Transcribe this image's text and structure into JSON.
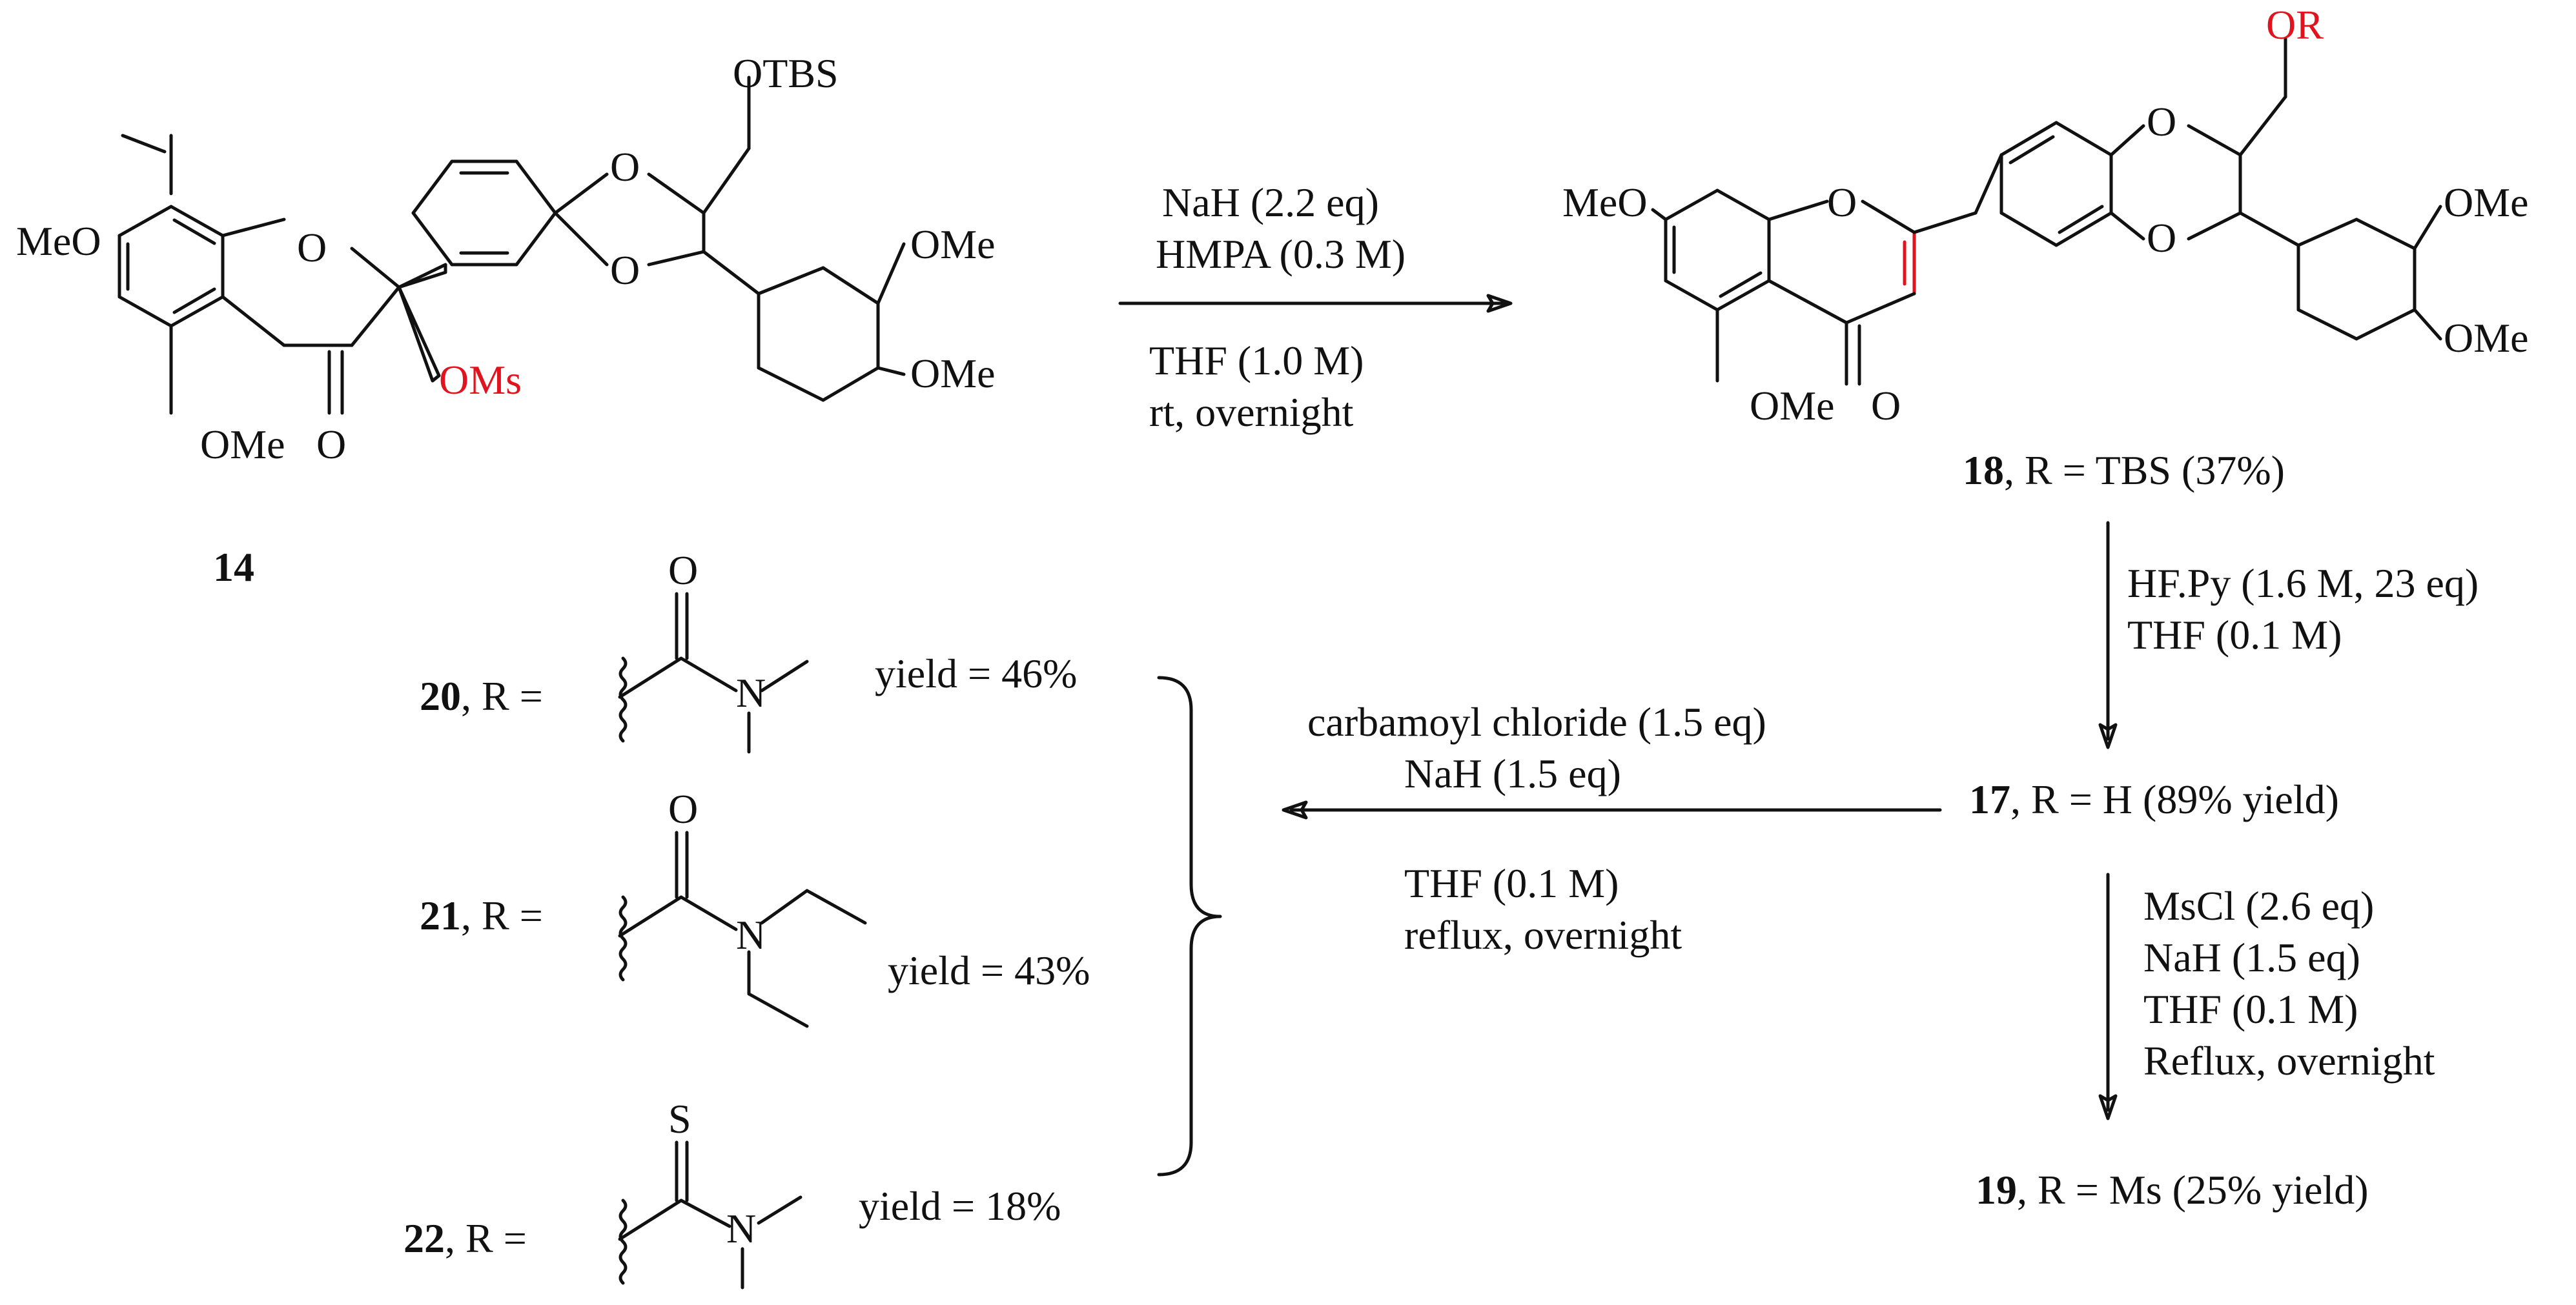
{
  "colors": {
    "ink": "#111111",
    "highlight": "#e0141e",
    "background": "#ffffff"
  },
  "compound_14": {
    "number": "14",
    "groups": {
      "otbs": "OTBS",
      "ome_a": "MeO",
      "ome_b": "OMe",
      "ome_c": "OMe",
      "ome_d": "OMe",
      "oms": "OMs",
      "o": "O"
    }
  },
  "compound_18": {
    "caption_num": "18",
    "caption_rest": ", R = TBS (37%)",
    "groups": {
      "or": "OR",
      "ome_a": "MeO",
      "ome_b": "OMe",
      "ome_c": "OMe",
      "ome_d": "OMe",
      "o": "O"
    }
  },
  "step_1": {
    "line1": "NaH (2.2 eq)",
    "line2": "HMPA (0.3 M)",
    "line3": "THF (1.0 M)",
    "line4": "rt, overnight"
  },
  "step_2": {
    "line1": "HF.Py (1.6 M, 23 eq)",
    "line2": "THF (0.1 M)"
  },
  "compound_17": {
    "num": "17",
    "rest": ", R = H (89% yield)"
  },
  "step_3": {
    "line1": "carbamoyl chloride (1.5 eq)",
    "line2": "NaH (1.5 eq)",
    "line3": "THF (0.1 M)",
    "line4": "reflux, overnight"
  },
  "step_4": {
    "line1": "MsCl (2.6 eq)",
    "line2": "NaH (1.5 eq)",
    "line3": "THF (0.1 M)",
    "line4": "Reflux, overnight"
  },
  "compound_19": {
    "num": "19",
    "rest": ", R = Ms (25% yield)"
  },
  "products": [
    {
      "num": "20",
      "rest": ", R =",
      "yield": "yield = 46%",
      "hetero": "O",
      "n": "N"
    },
    {
      "num": "21",
      "rest": ", R =",
      "yield": "yield = 43%",
      "hetero": "O",
      "n": "N"
    },
    {
      "num": "22",
      "rest": ", R =",
      "yield": "yield = 18%",
      "hetero": "S",
      "n": "N"
    }
  ]
}
